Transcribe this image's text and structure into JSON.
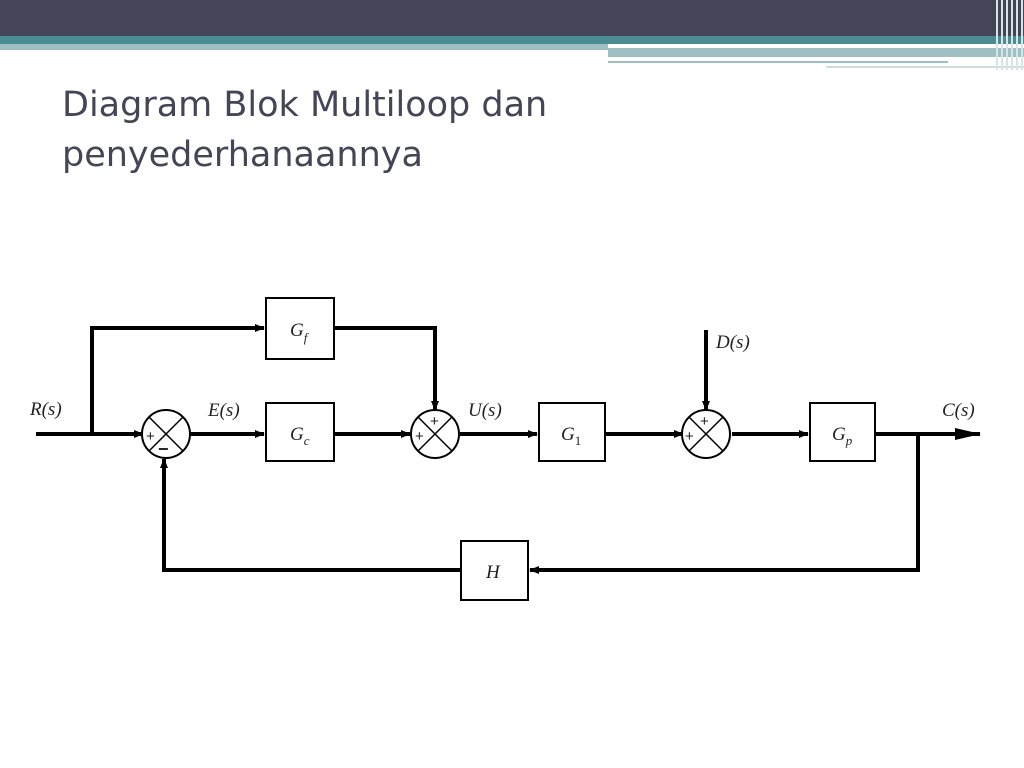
{
  "slide": {
    "title_line1": "Diagram Blok Multiloop dan",
    "title_line2": "penyederhanaannya"
  },
  "diagram": {
    "signals": {
      "input": "R(s)",
      "error": "E(s)",
      "control": "U(s)",
      "disturbance": "D(s)",
      "output": "C(s)"
    },
    "blocks": {
      "feedforward": "G",
      "feedforward_sub": "f",
      "controller": "G",
      "controller_sub": "c",
      "g1": "G",
      "g1_sub": "1",
      "plant": "G",
      "plant_sub": "p",
      "feedback": "H"
    },
    "summing_signs": {
      "junction1_left": "+",
      "junction1_bottom": "−",
      "junction2_top": "+",
      "junction2_left": "+",
      "junction3_top": "+",
      "junction3_left": "+"
    }
  },
  "colors": {
    "header_dark": "#444658",
    "header_teal": "#4b8b92",
    "header_light": "#9fbfc3",
    "title_text": "#444658",
    "diagram_line": "#000000"
  }
}
